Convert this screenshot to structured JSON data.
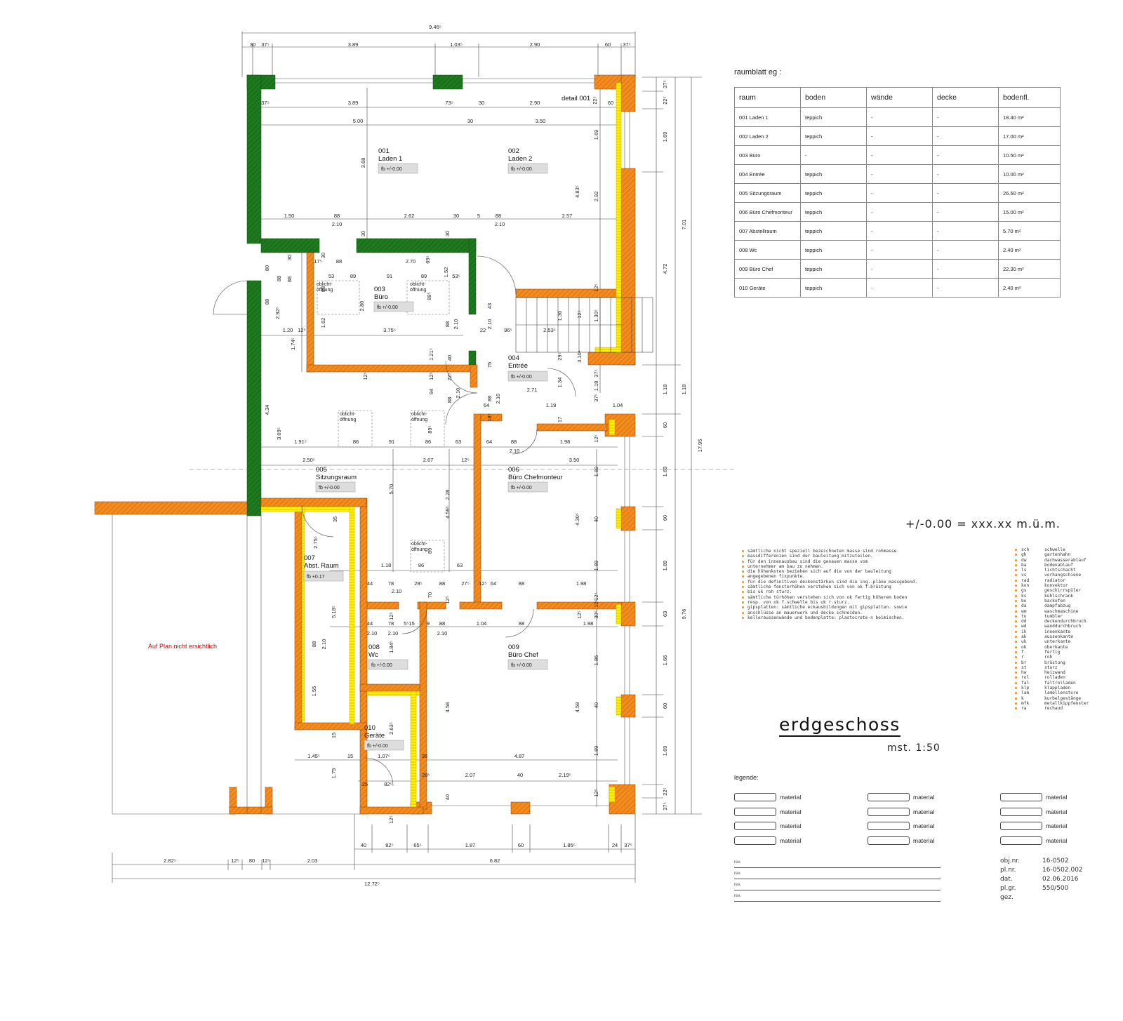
{
  "dimensions": {
    "overall_top": "9.46⁵",
    "top": [
      "30",
      "37⁵",
      "3.89",
      "1.03⁵",
      "2.90",
      "60",
      "37⁵"
    ],
    "interior": [
      "37⁵",
      "3.89",
      "73⁵",
      "30",
      "2.90",
      "22⁵",
      "60",
      "5.00",
      "30",
      "3.50",
      "3.68",
      "4.83⁵",
      "1.69",
      "2.92",
      "1.50",
      "88",
      "2.62",
      "30",
      "5",
      "88",
      "2.57",
      "2.10",
      "2.10",
      "30",
      "30"
    ],
    "buero": [
      "30",
      "30",
      "17⁵",
      "88",
      "2.70",
      "69⁵",
      "53",
      "89",
      "91",
      "89",
      "53⁵",
      "1.52",
      "88",
      "88",
      "2.80",
      "89⁵",
      "1.62",
      "1.20",
      "12⁵",
      "3.75⁵",
      "2.10",
      "88",
      "2.10",
      "22",
      "96⁵",
      "2.53⁵",
      "1.30",
      "1.30⁵",
      "12⁵",
      "12⁵",
      "43",
      "75",
      "29⁵",
      "3.10⁴",
      "1.74⁵",
      "2.92⁵",
      "12⁵",
      "12⁵",
      "40",
      "1.21⁵",
      "22⁵",
      "94",
      "2.10",
      "88",
      "88",
      "2.10",
      "64",
      "2.71",
      "1.34",
      "37⁵",
      "1.18",
      "37⁵"
    ],
    "left": [
      "80",
      "88",
      "88",
      "4.34",
      "3.09⁵"
    ],
    "sitzung": [
      "1.91⁵",
      "86",
      "91",
      "86",
      "63",
      "89⁵",
      "64",
      "88",
      "2.10",
      "1.19",
      "1.04",
      "17",
      "18⁵",
      "12⁵",
      "2.50⁵",
      "2.67",
      "12⁵",
      "3.50",
      "1.98",
      "12⁵",
      "5.70",
      "2.28",
      "4.59⁵",
      "4.30⁵",
      "1.89",
      "40",
      "1.89"
    ],
    "lower": [
      "35",
      "2.75⁵",
      "5.18⁵",
      "88",
      "2.10",
      "1.55",
      "15",
      "1.45⁵",
      "15",
      "1.07⁵",
      "35",
      "4.87",
      "1.75",
      "25",
      "82⁵",
      "12⁵",
      "1.18",
      "86",
      "63",
      "89",
      "44",
      "78",
      "29⁵",
      "88",
      "27⁵",
      "12⁵",
      "64",
      "88",
      "1.98",
      "2.10",
      "70",
      "12⁵",
      "12⁵",
      "44",
      "78",
      "5⁵15",
      "9",
      "88",
      "1.04",
      "88",
      "1.98",
      "2.10",
      "2.10",
      "2.10",
      "1.84⁵",
      "2.63⁵",
      "20⁵",
      "2.07",
      "40",
      "2.19⁵",
      "4.58",
      "4.58",
      "1.86",
      "40",
      "1.89",
      "12⁵",
      "12⁵",
      "12⁵",
      "30⁵",
      "40"
    ],
    "right": [
      "37⁵",
      "22⁵",
      "1.69",
      "7.01",
      "4.72",
      "1.18",
      "1.18",
      "60",
      "1.69",
      "60",
      "17.95",
      "1.89",
      "63",
      "9.76",
      "1.66",
      "60",
      "1.69",
      "22⁵",
      "37⁵"
    ],
    "bottom_row1": [
      "40",
      "82⁵",
      "65⁵",
      "1.87",
      "60",
      "1.85⁵",
      "24",
      "37⁵"
    ],
    "bottom_row2": [
      "2.82⁵",
      "12⁵",
      "80",
      "12⁵",
      "2.03",
      "6.82"
    ],
    "overall_bottom": "12.72⁵"
  },
  "rooms": [
    {
      "nr": "001",
      "name": "Laden 1",
      "fb": "fb  +/-0.00"
    },
    {
      "nr": "002",
      "name": "Laden 2",
      "fb": "fb  +/-0.00"
    },
    {
      "nr": "003",
      "name": "Büro",
      "fb": "fb  +/-0.00"
    },
    {
      "nr": "004",
      "name": "Entrée",
      "fb": "fb  +/-0.00"
    },
    {
      "nr": "005",
      "name": "Sitzungsraum",
      "fb": "fb  +/-0.00"
    },
    {
      "nr": "006",
      "name": "Büro Chefmonteur",
      "fb": "fb  +/-0.00"
    },
    {
      "nr": "007",
      "name": "Abst. Raum",
      "fb": "fb  +0.17"
    },
    {
      "nr": "008",
      "name": "Wc",
      "fb": "fb  +/-0.00"
    },
    {
      "nr": "009",
      "name": "Büro Chef",
      "fb": "fb  +/-0.00"
    },
    {
      "nr": "010",
      "name": "Geräte",
      "fb": "fb  +/-0.00"
    }
  ],
  "plan_labels": {
    "detail": "detail 001",
    "oblicht": "oblicht-\nöffnung",
    "not_visible": "Auf Plan nicht ersichtlich"
  },
  "raumblatt": {
    "title": "raumblatt eg  :",
    "headers": [
      "raum",
      "boden",
      "wände",
      "decke",
      "bodenfl."
    ],
    "rows": [
      [
        "001 Laden 1",
        "teppich",
        "-",
        "-",
        "18.40 m²"
      ],
      [
        "002 Laden 2",
        "teppich",
        "-",
        "-",
        "17.00 m²"
      ],
      [
        "003 Büro",
        "-",
        "-",
        "-",
        "10.50 m²"
      ],
      [
        "004 Entrée",
        "teppich",
        "-",
        "-",
        "10.00 m²"
      ],
      [
        "005 Sitzungsraum",
        "teppich",
        "-",
        "-",
        "26.50 m²"
      ],
      [
        "006 Büro Chefmonteur",
        "teppich",
        "-",
        "-",
        "15.00 m²"
      ],
      [
        "007 Abstellraum",
        "teppich",
        "-",
        "-",
        "5.70 m²"
      ],
      [
        "008 Wc",
        "teppich",
        "-",
        "-",
        "2.40 m²"
      ],
      [
        "009 Büro Chef",
        "teppich",
        "-",
        "-",
        "22.30 m²"
      ],
      [
        "010 Geräte",
        "teppich",
        "-",
        "-",
        "2.40 m²"
      ]
    ]
  },
  "height_reference": "+/-0.00  =  xxx.xx m.ü.m.",
  "notes": [
    "sämtliche nicht speziell bezeichneten masse sind rohmasse.",
    "massdifferenzen sind der bauleitung mitzuteilen.",
    "für den innenausbau sind die genauen masse vom",
    "unternehmer am bau zu nehmen.",
    "die höhenkoten beziehen sich auf die von der bauleitung",
    "angegebenen fixpunkte.",
    "für die definitiven deckenstärken sind die ing.-pläne massgebend.",
    "sämtliche fensterhöhen verstehen sich von ok f.brüstung",
    "bis uk roh sturz.",
    "sämtliche türhöhen verstehen sich von ok fertig höherem boden",
    "resp. von ok f.schwelle bis uk r.sturz.",
    "gipsplatten: sämtliche eckausbildungen mit gipsplatten. sowie",
    "anschlüsse an mauerwerk und decke schneiden.",
    "kelleraussenwände und bodenplatte: plastocrete-n beimischen."
  ],
  "abbreviations": [
    [
      "sch",
      "schwelle"
    ],
    [
      "gh",
      "gartenhahn"
    ],
    [
      "dw",
      "dachwasserablauf"
    ],
    [
      "ba",
      "bodenablauf"
    ],
    [
      "ls",
      "lichtschacht"
    ],
    [
      "vs",
      "vorhangschiene"
    ],
    [
      "rad",
      "radiator"
    ],
    [
      "kon",
      "konvektor"
    ],
    [
      "gs",
      "geschirrspüler"
    ],
    [
      "ks",
      "kühlschrank"
    ],
    [
      "bo",
      "backofen"
    ],
    [
      "da",
      "dampfabzug"
    ],
    [
      "wm",
      "waschmaschine"
    ],
    [
      "tu",
      "tumbler"
    ],
    [
      "dd",
      "deckendurchbruch"
    ],
    [
      "wd",
      "wanddurchbruch"
    ],
    [
      "ik",
      "innenkante"
    ],
    [
      "ak",
      "aussenkante"
    ],
    [
      "uk",
      "unterkante"
    ],
    [
      "ok",
      "oberkante"
    ],
    [
      "f",
      "fertig"
    ],
    [
      "r",
      "roh"
    ],
    [
      "br",
      "brüstung"
    ],
    [
      "st",
      "sturz"
    ],
    [
      "hw",
      "heizwand"
    ],
    [
      "rol",
      "rolladen"
    ],
    [
      "fal",
      "faltrolladen"
    ],
    [
      "klp",
      "klappladen"
    ],
    [
      "lam",
      "lamellenstore"
    ],
    [
      "k",
      "kurbelgestänge"
    ],
    [
      "mfk",
      "metallkippfenster"
    ],
    [
      "ra",
      "rechaud"
    ]
  ],
  "title": "erdgeschoss",
  "scale": "mst. 1:50",
  "legend": {
    "title": "legende:",
    "items": [
      "material",
      "material",
      "material",
      "material",
      "material",
      "material",
      "material",
      "material",
      "material",
      "material",
      "material",
      "material"
    ]
  },
  "revisions": [
    "rev.",
    "rev.",
    "rev.",
    "rev."
  ],
  "meta": [
    [
      "obj.nr.",
      "16-0502"
    ],
    [
      "pl.nr.",
      "16-0502.002"
    ],
    [
      "dat.",
      "02.06.2016"
    ],
    [
      "pl.gr.",
      "550/500"
    ],
    [
      "gez.",
      ""
    ]
  ],
  "colors": {
    "new_wall": "#f28c1f",
    "existing_wall": "#1f7a1f",
    "insulation": "#fff200",
    "text": "#222222",
    "annotation": "#d40000"
  }
}
